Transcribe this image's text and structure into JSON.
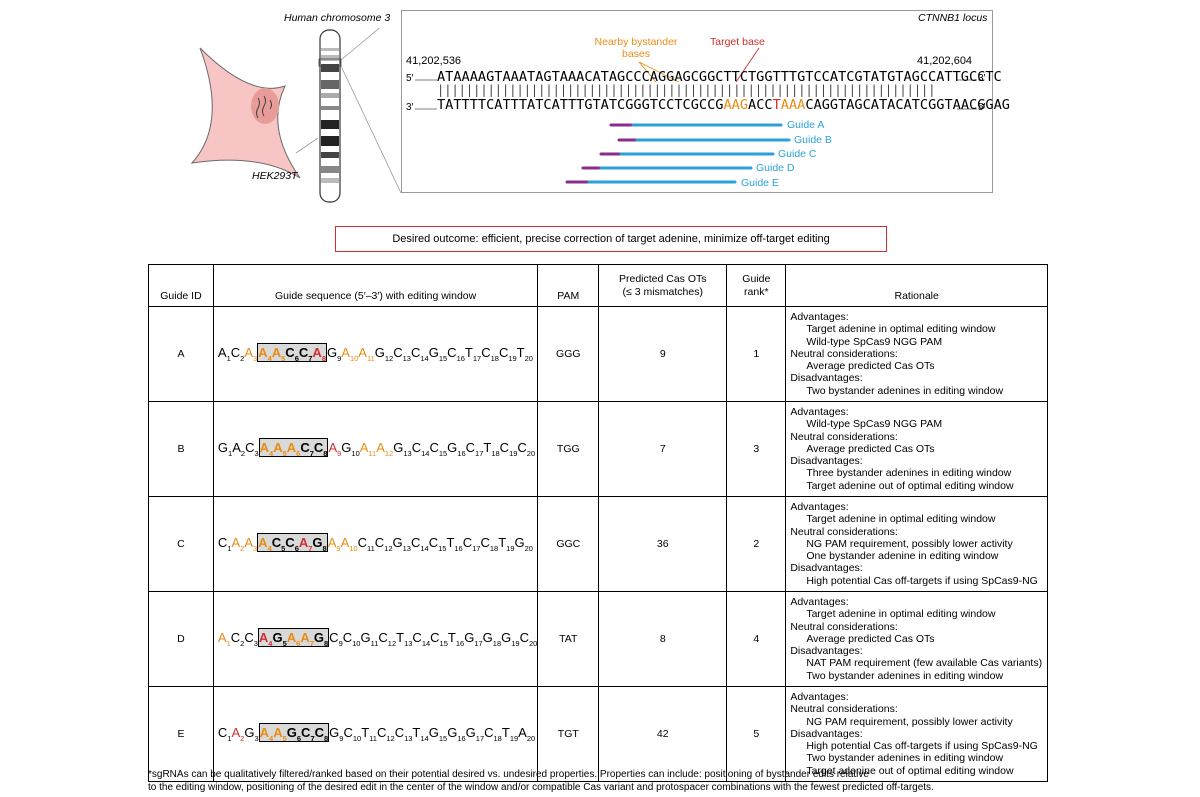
{
  "figure": {
    "chromosome_title": "Human chromosome 3",
    "cell_label": "HEK293T",
    "locus_title": "CTNNB1 locus",
    "coord_left": "41,202,536",
    "coord_right": "41,202,604",
    "top_strand_5": "5′",
    "top_strand_3": "3′",
    "bottom_strand_3": "3′",
    "bottom_strand_5": "5′",
    "top_sequence": "ATAAAAGTAAATAGTAAACATAGCCCAGGAGCGGCTTCTGGTTTGTCCATCGTATGTAGCCATTGCCTC",
    "bottom_seq_a": "TATTTTCATTTATCATTTGTATCGGGTCCTCGCCG",
    "bottom_seq_b": "AAG",
    "bottom_seq_c": "ACC",
    "bottom_seq_d": "T",
    "bottom_seq_e": "AAA",
    "bottom_seq_f": "CAGGTAGCATACATCGGTAACGGAG",
    "bystander_label": "Nearby bystander\nbases",
    "target_label": "Target base",
    "guides": [
      "Guide A",
      "Guide B",
      "Guide C",
      "Guide D",
      "Guide E"
    ]
  },
  "colors": {
    "orange": "#e88d14",
    "red": "#d0302f",
    "blue": "#2aa2d6",
    "purple": "#8a2c8a",
    "cell": "#f7c6c4"
  },
  "outcome": "Desired outcome: efficient, precise correction of target adenine, minimize off-target editing",
  "table": {
    "headers": {
      "id": "Guide ID",
      "seq": "Guide sequence (5′–3′) with editing window",
      "pam": "PAM",
      "ots": "Predicted Cas OTs\n(≤ 3 mismatches)",
      "rank": "Guide\nrank*",
      "rationale": "Rationale"
    },
    "rows": [
      {
        "id": "A",
        "pam": "GGG",
        "ots": "9",
        "rank": "1",
        "pre": [
          [
            "A",
            "1",
            ""
          ],
          [
            "C",
            "2",
            ""
          ],
          [
            "A",
            "3",
            "org"
          ]
        ],
        "win": [
          [
            "A",
            "4",
            "org"
          ],
          [
            "A",
            "5",
            "org"
          ],
          [
            "C",
            "6",
            ""
          ],
          [
            "C",
            "7",
            ""
          ],
          [
            "A",
            "8",
            "red"
          ]
        ],
        "post": [
          [
            "G",
            "9",
            ""
          ],
          [
            "A",
            "10",
            "org"
          ],
          [
            "A",
            "11",
            "org"
          ],
          [
            "G",
            "12",
            ""
          ],
          [
            "C",
            "13",
            ""
          ],
          [
            "C",
            "14",
            ""
          ],
          [
            "G",
            "15",
            ""
          ],
          [
            "C",
            "16",
            ""
          ],
          [
            "T",
            "17",
            ""
          ],
          [
            "C",
            "18",
            ""
          ],
          [
            "C",
            "19",
            ""
          ],
          [
            "T",
            "20",
            ""
          ]
        ],
        "rationale": [
          [
            "h",
            "Advantages:"
          ],
          [
            "i",
            "Target adenine in optimal editing window"
          ],
          [
            "i",
            "Wild-type SpCas9 NGG PAM"
          ],
          [
            "h",
            "Neutral considerations:"
          ],
          [
            "i",
            "Average predicted Cas OTs"
          ],
          [
            "h",
            "Disadvantages:"
          ],
          [
            "i",
            "Two bystander adenines in editing window"
          ]
        ]
      },
      {
        "id": "B",
        "pam": "TGG",
        "ots": "7",
        "rank": "3",
        "pre": [
          [
            "G",
            "1",
            ""
          ],
          [
            "A",
            "2",
            ""
          ],
          [
            "C",
            "3",
            ""
          ]
        ],
        "win": [
          [
            "A",
            "4",
            "org"
          ],
          [
            "A",
            "5",
            "org"
          ],
          [
            "A",
            "6",
            "org"
          ],
          [
            "C",
            "7",
            ""
          ],
          [
            "C",
            "8",
            ""
          ]
        ],
        "post": [
          [
            "A",
            "9",
            "red"
          ],
          [
            "G",
            "10",
            ""
          ],
          [
            "A",
            "11",
            "org"
          ],
          [
            "A",
            "12",
            "org"
          ],
          [
            "G",
            "13",
            ""
          ],
          [
            "C",
            "14",
            ""
          ],
          [
            "C",
            "15",
            ""
          ],
          [
            "G",
            "16",
            ""
          ],
          [
            "C",
            "17",
            ""
          ],
          [
            "T",
            "18",
            ""
          ],
          [
            "C",
            "19",
            ""
          ],
          [
            "C",
            "20",
            ""
          ]
        ],
        "rationale": [
          [
            "h",
            "Advantages:"
          ],
          [
            "i",
            "Wild-type SpCas9 NGG PAM"
          ],
          [
            "h",
            "Neutral considerations:"
          ],
          [
            "i",
            "Average predicted Cas OTs"
          ],
          [
            "h",
            "Disadvantages:"
          ],
          [
            "i",
            "Three bystander adenines in editing window"
          ],
          [
            "i",
            "Target adenine out of optimal editing window"
          ]
        ]
      },
      {
        "id": "C",
        "pam": "GGC",
        "ots": "36",
        "rank": "2",
        "pre": [
          [
            "C",
            "1",
            ""
          ],
          [
            "A",
            "2",
            "org"
          ],
          [
            "A",
            "3",
            "org"
          ]
        ],
        "win": [
          [
            "A",
            "4",
            "org"
          ],
          [
            "C",
            "5",
            ""
          ],
          [
            "C",
            "6",
            ""
          ],
          [
            "A",
            "7",
            "red"
          ],
          [
            "G",
            "8",
            ""
          ]
        ],
        "post": [
          [
            "A",
            "9",
            "org"
          ],
          [
            "A",
            "10",
            "org"
          ],
          [
            "C",
            "11",
            ""
          ],
          [
            "C",
            "12",
            ""
          ],
          [
            "G",
            "13",
            ""
          ],
          [
            "C",
            "14",
            ""
          ],
          [
            "C",
            "15",
            ""
          ],
          [
            "T",
            "16",
            ""
          ],
          [
            "C",
            "17",
            ""
          ],
          [
            "C",
            "18",
            ""
          ],
          [
            "T",
            "19",
            ""
          ],
          [
            "G",
            "20",
            ""
          ]
        ],
        "rationale": [
          [
            "h",
            "Advantages:"
          ],
          [
            "i",
            "Target adenine in optimal editing window"
          ],
          [
            "h",
            "Neutral considerations:"
          ],
          [
            "i",
            "NG PAM requirement, possibly lower activity"
          ],
          [
            "i",
            "One bystander adenine in editing window"
          ],
          [
            "h",
            "Disadvantages:"
          ],
          [
            "i",
            "High potential Cas off-targets if using SpCas9-NG"
          ]
        ]
      },
      {
        "id": "D",
        "pam": "TAT",
        "ots": "8",
        "rank": "4",
        "pre": [
          [
            "A",
            "1",
            "org"
          ],
          [
            "C",
            "2",
            ""
          ],
          [
            "C",
            "3",
            ""
          ]
        ],
        "win": [
          [
            "A",
            "4",
            "red"
          ],
          [
            "G",
            "5",
            ""
          ],
          [
            "A",
            "6",
            "org"
          ],
          [
            "A",
            "7",
            "org"
          ],
          [
            "G",
            "8",
            ""
          ]
        ],
        "post": [
          [
            "C",
            "9",
            ""
          ],
          [
            "C",
            "10",
            ""
          ],
          [
            "G",
            "11",
            ""
          ],
          [
            "C",
            "12",
            ""
          ],
          [
            "T",
            "13",
            ""
          ],
          [
            "C",
            "14",
            ""
          ],
          [
            "C",
            "15",
            ""
          ],
          [
            "T",
            "16",
            ""
          ],
          [
            "G",
            "17",
            ""
          ],
          [
            "G",
            "18",
            ""
          ],
          [
            "G",
            "19",
            ""
          ],
          [
            "C",
            "20",
            ""
          ]
        ],
        "rationale": [
          [
            "h",
            "Advantages:"
          ],
          [
            "i",
            "Target adenine in optimal editing window"
          ],
          [
            "h",
            "Neutral considerations:"
          ],
          [
            "i",
            "Average predicted Cas OTs"
          ],
          [
            "h",
            "Disadvantages:"
          ],
          [
            "i",
            "NAT PAM requirement (few available Cas variants)"
          ],
          [
            "i",
            "Two bystander adenines in editing window"
          ]
        ]
      },
      {
        "id": "E",
        "pam": "TGT",
        "ots": "42",
        "rank": "5",
        "pre": [
          [
            "C",
            "1",
            ""
          ],
          [
            "A",
            "2",
            "red"
          ],
          [
            "G",
            "3",
            ""
          ]
        ],
        "win": [
          [
            "A",
            "4",
            "org"
          ],
          [
            "A",
            "5",
            "org"
          ],
          [
            "G",
            "6",
            ""
          ],
          [
            "C",
            "7",
            ""
          ],
          [
            "C",
            "8",
            ""
          ]
        ],
        "post": [
          [
            "G",
            "9",
            ""
          ],
          [
            "C",
            "10",
            ""
          ],
          [
            "T",
            "11",
            ""
          ],
          [
            "C",
            "12",
            ""
          ],
          [
            "C",
            "13",
            ""
          ],
          [
            "T",
            "14",
            ""
          ],
          [
            "G",
            "15",
            ""
          ],
          [
            "G",
            "16",
            ""
          ],
          [
            "G",
            "17",
            ""
          ],
          [
            "C",
            "18",
            ""
          ],
          [
            "T",
            "19",
            ""
          ],
          [
            "A",
            "20",
            ""
          ]
        ],
        "rationale": [
          [
            "h",
            "Advantages:"
          ],
          [
            "h",
            "Neutral considerations:"
          ],
          [
            "i",
            "NG PAM requirement, possibly lower activity"
          ],
          [
            "h",
            "Disadvantages:"
          ],
          [
            "i",
            "High potential Cas off-targets if using SpCas9-NG"
          ],
          [
            "i",
            "Two bystander adenines in editing window"
          ],
          [
            "i",
            "Target adenine out of optimal editing window"
          ]
        ]
      }
    ]
  },
  "footnote": "*sgRNAs can be qualitatively filtered/ranked based on their potential desired vs. undesired properties. Properties can include:  positioning of bystander edits relative\nto the editing window, positioning of the desired edit in the center of the window and/or compatible Cas variant and protospacer combinations with the fewest predicted off-targets."
}
